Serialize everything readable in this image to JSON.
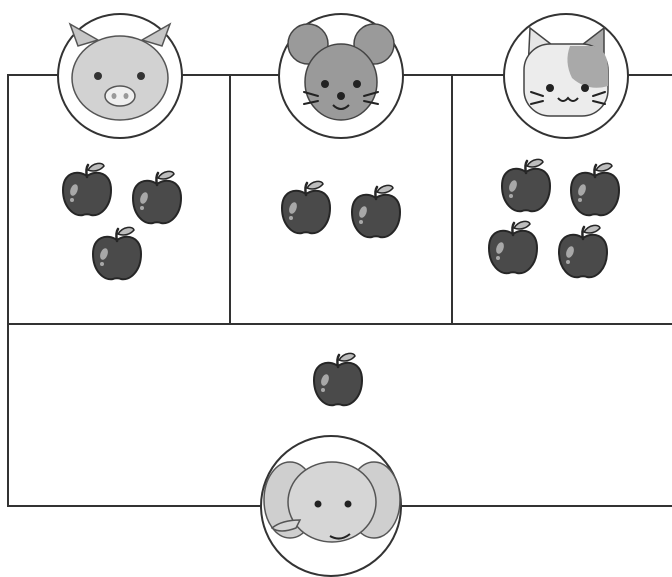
{
  "scene": {
    "stroke_color": "#333333",
    "apple_color": "#4a4a4a",
    "face_fill": "#d9d9d9"
  },
  "groups": [
    {
      "animal": "pig",
      "icon": "pig-face-icon",
      "apple_count": 3
    },
    {
      "animal": "mouse",
      "icon": "mouse-face-icon",
      "apple_count": 2
    },
    {
      "animal": "cat",
      "icon": "cat-face-icon",
      "apple_count": 4
    },
    {
      "animal": "elephant",
      "icon": "elephant-face-icon",
      "apple_count": 1
    }
  ]
}
